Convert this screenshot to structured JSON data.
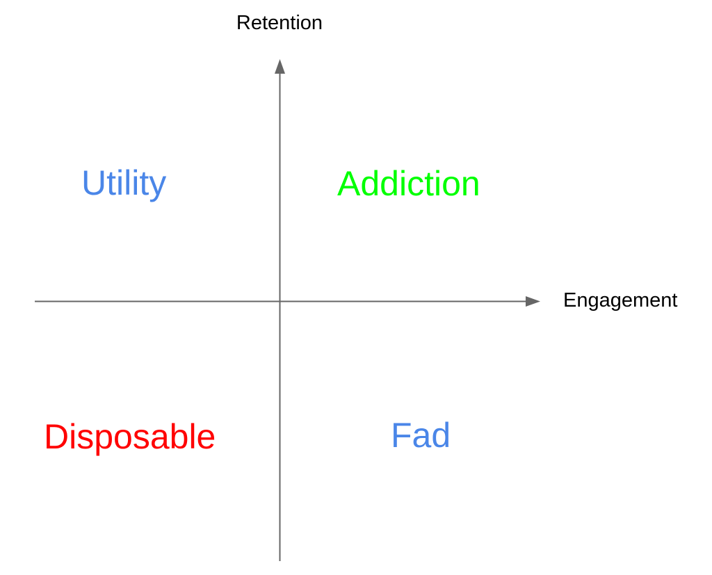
{
  "diagram": {
    "background_color": "#ffffff",
    "axes": {
      "vertical_label": "Retention",
      "horizontal_label": "Engagement",
      "line_color": "#666666",
      "label_color": "#000000"
    },
    "quadrants": [
      {
        "position": "top-left",
        "label": "Utility",
        "color": "#4a86e8"
      },
      {
        "position": "top-right",
        "label": "Addiction",
        "color": "#00ff00"
      },
      {
        "position": "bottom-left",
        "label": "Disposable",
        "color": "#ff0000"
      },
      {
        "position": "bottom-right",
        "label": "Fad",
        "color": "#4a86e8"
      }
    ]
  }
}
